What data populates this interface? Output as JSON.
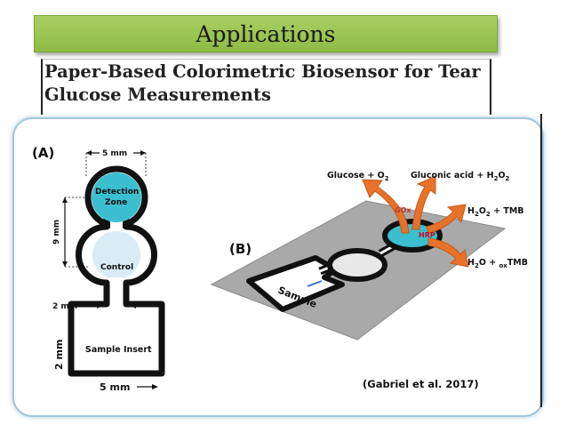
{
  "header": {
    "title": "Applications"
  },
  "subtitle": {
    "line1": "Paper-Based Colorimetric Biosensor for Tear",
    "line2": "Glucose Measurements"
  },
  "figure_a": {
    "panel_label": "(A)",
    "width_top": "5 mm",
    "height_label": "9 mm",
    "detection_zone_line1": "Detection",
    "detection_zone_line2": "Zone",
    "control_label": "Control",
    "channel_width": "2 mm",
    "side_label": "2 mm",
    "sample_insert": "Sample Insert",
    "width_bottom": "5 mm"
  },
  "figure_b": {
    "panel_label": "(B)",
    "sample_label": "Sample",
    "glucose_o2": "Glucose + O",
    "glucose_o2_sub": "2",
    "gluconic": "Gluconic acid + H",
    "gluconic_sub1": "2",
    "gluconic_mid": "O",
    "gluconic_sub2": "2",
    "gox": "GOx",
    "hrp": "HRP",
    "h2o2_tmb_a": "H",
    "h2o2_tmb_sub1": "2",
    "h2o2_tmb_b": "O",
    "h2o2_tmb_sub2": "2",
    "h2o2_tmb_c": " + TMB",
    "h2o_ox_a": "H",
    "h2o_ox_sub": "2",
    "h2o_ox_b": "O + ",
    "h2o_ox_sub2": "ox",
    "h2o_ox_c": "TMB"
  },
  "citation": "(Gabriel et al. 2017)",
  "colors": {
    "title_bar": "#9cc752",
    "detection_zone": "#3bbfd0",
    "control_zone": "#d9ecf6",
    "arrow": "#e8722a",
    "hrp_text": "#d0021b",
    "gox_text": "#c0392b"
  }
}
